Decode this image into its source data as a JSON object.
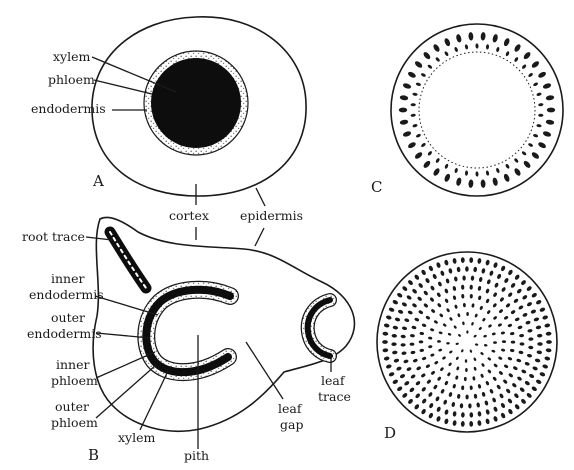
{
  "panels": {
    "a": {
      "letter": "A",
      "labels": {
        "xylem": "xylem",
        "phloem": "phloem",
        "endodermis": "endodermis"
      }
    },
    "b": {
      "letter": "B",
      "labels": {
        "root_trace": "root trace",
        "inner_endodermis_1": "inner",
        "inner_endodermis_2": "endodermis",
        "outer_endodermis_1": "outer",
        "outer_endodermis_2": "endodermis",
        "inner_phloem_1": "inner",
        "inner_phloem_2": "phloem",
        "outer_phloem_1": "outer",
        "outer_phloem_2": "phloem",
        "xylem": "xylem",
        "pith": "pith",
        "leaf_gap_1": "leaf",
        "leaf_gap_2": "gap",
        "leaf_trace_1": "leaf",
        "leaf_trace_2": "trace"
      }
    },
    "shared": {
      "cortex": "cortex",
      "epidermis": "epidermis"
    },
    "c": {
      "letter": "C"
    },
    "d": {
      "letter": "D"
    }
  },
  "colors": {
    "ink": "#1a1a1a",
    "paper": "#ffffff",
    "stipple": "#9a9a9a"
  }
}
